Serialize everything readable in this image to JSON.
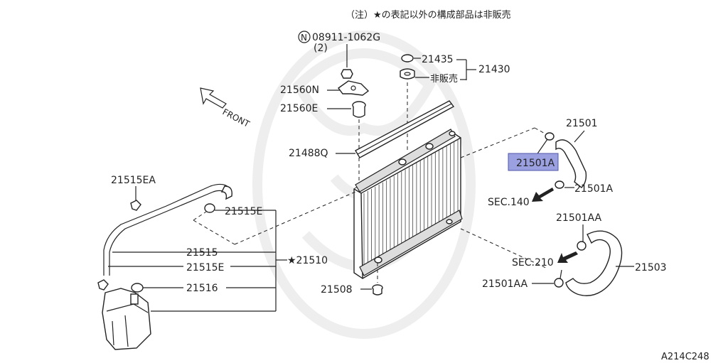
{
  "note": "（注）★の表記以外の構成部品は非販売",
  "front_label": "FRONT",
  "diagram_code": "A214C248",
  "highlighted_part": "21501A",
  "callouts": {
    "p08911": "08911-1062G",
    "p08911_qty": "(2)",
    "n_symbol": "N",
    "p21435": "21435",
    "p21430": "21430",
    "not_sold": "非販売",
    "p21560N": "21560N",
    "p21560E": "21560E",
    "p21488Q": "21488Q",
    "p21501": "21501",
    "p21501A_top": "21501A",
    "p21501A_bottom": "21501A",
    "sec140": "SEC.140",
    "p21515EA": "21515EA",
    "p21515E_top": "21515E",
    "p21515": "21515",
    "p21515E_bottom": "21515E",
    "p21510": "★21510",
    "p21516": "21516",
    "p21508": "21508",
    "p21501AA_top": "21501AA",
    "sec210": "SEC.210",
    "p21501AA_bottom": "21501AA",
    "p21503": "21503"
  }
}
